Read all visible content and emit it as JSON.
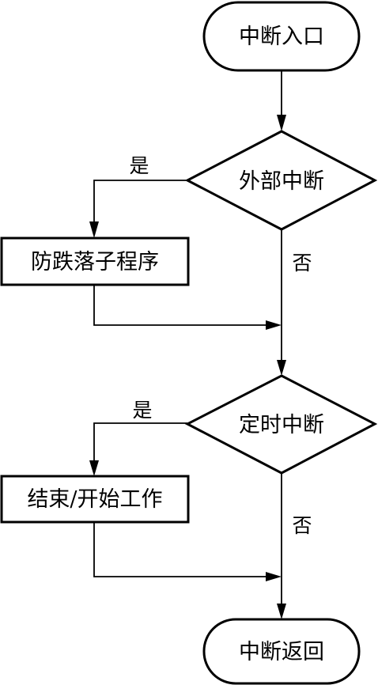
{
  "nodes": {
    "start": "中断入口",
    "external_interrupt": "外部中断",
    "anti_fall": "防跌落子程序",
    "timer_interrupt": "定时中断",
    "start_stop": "结束/开始工作",
    "end": "中断返回"
  },
  "edge_labels": {
    "yes_1": "是",
    "no_1": "否",
    "yes_2": "是",
    "no_2": "否"
  }
}
